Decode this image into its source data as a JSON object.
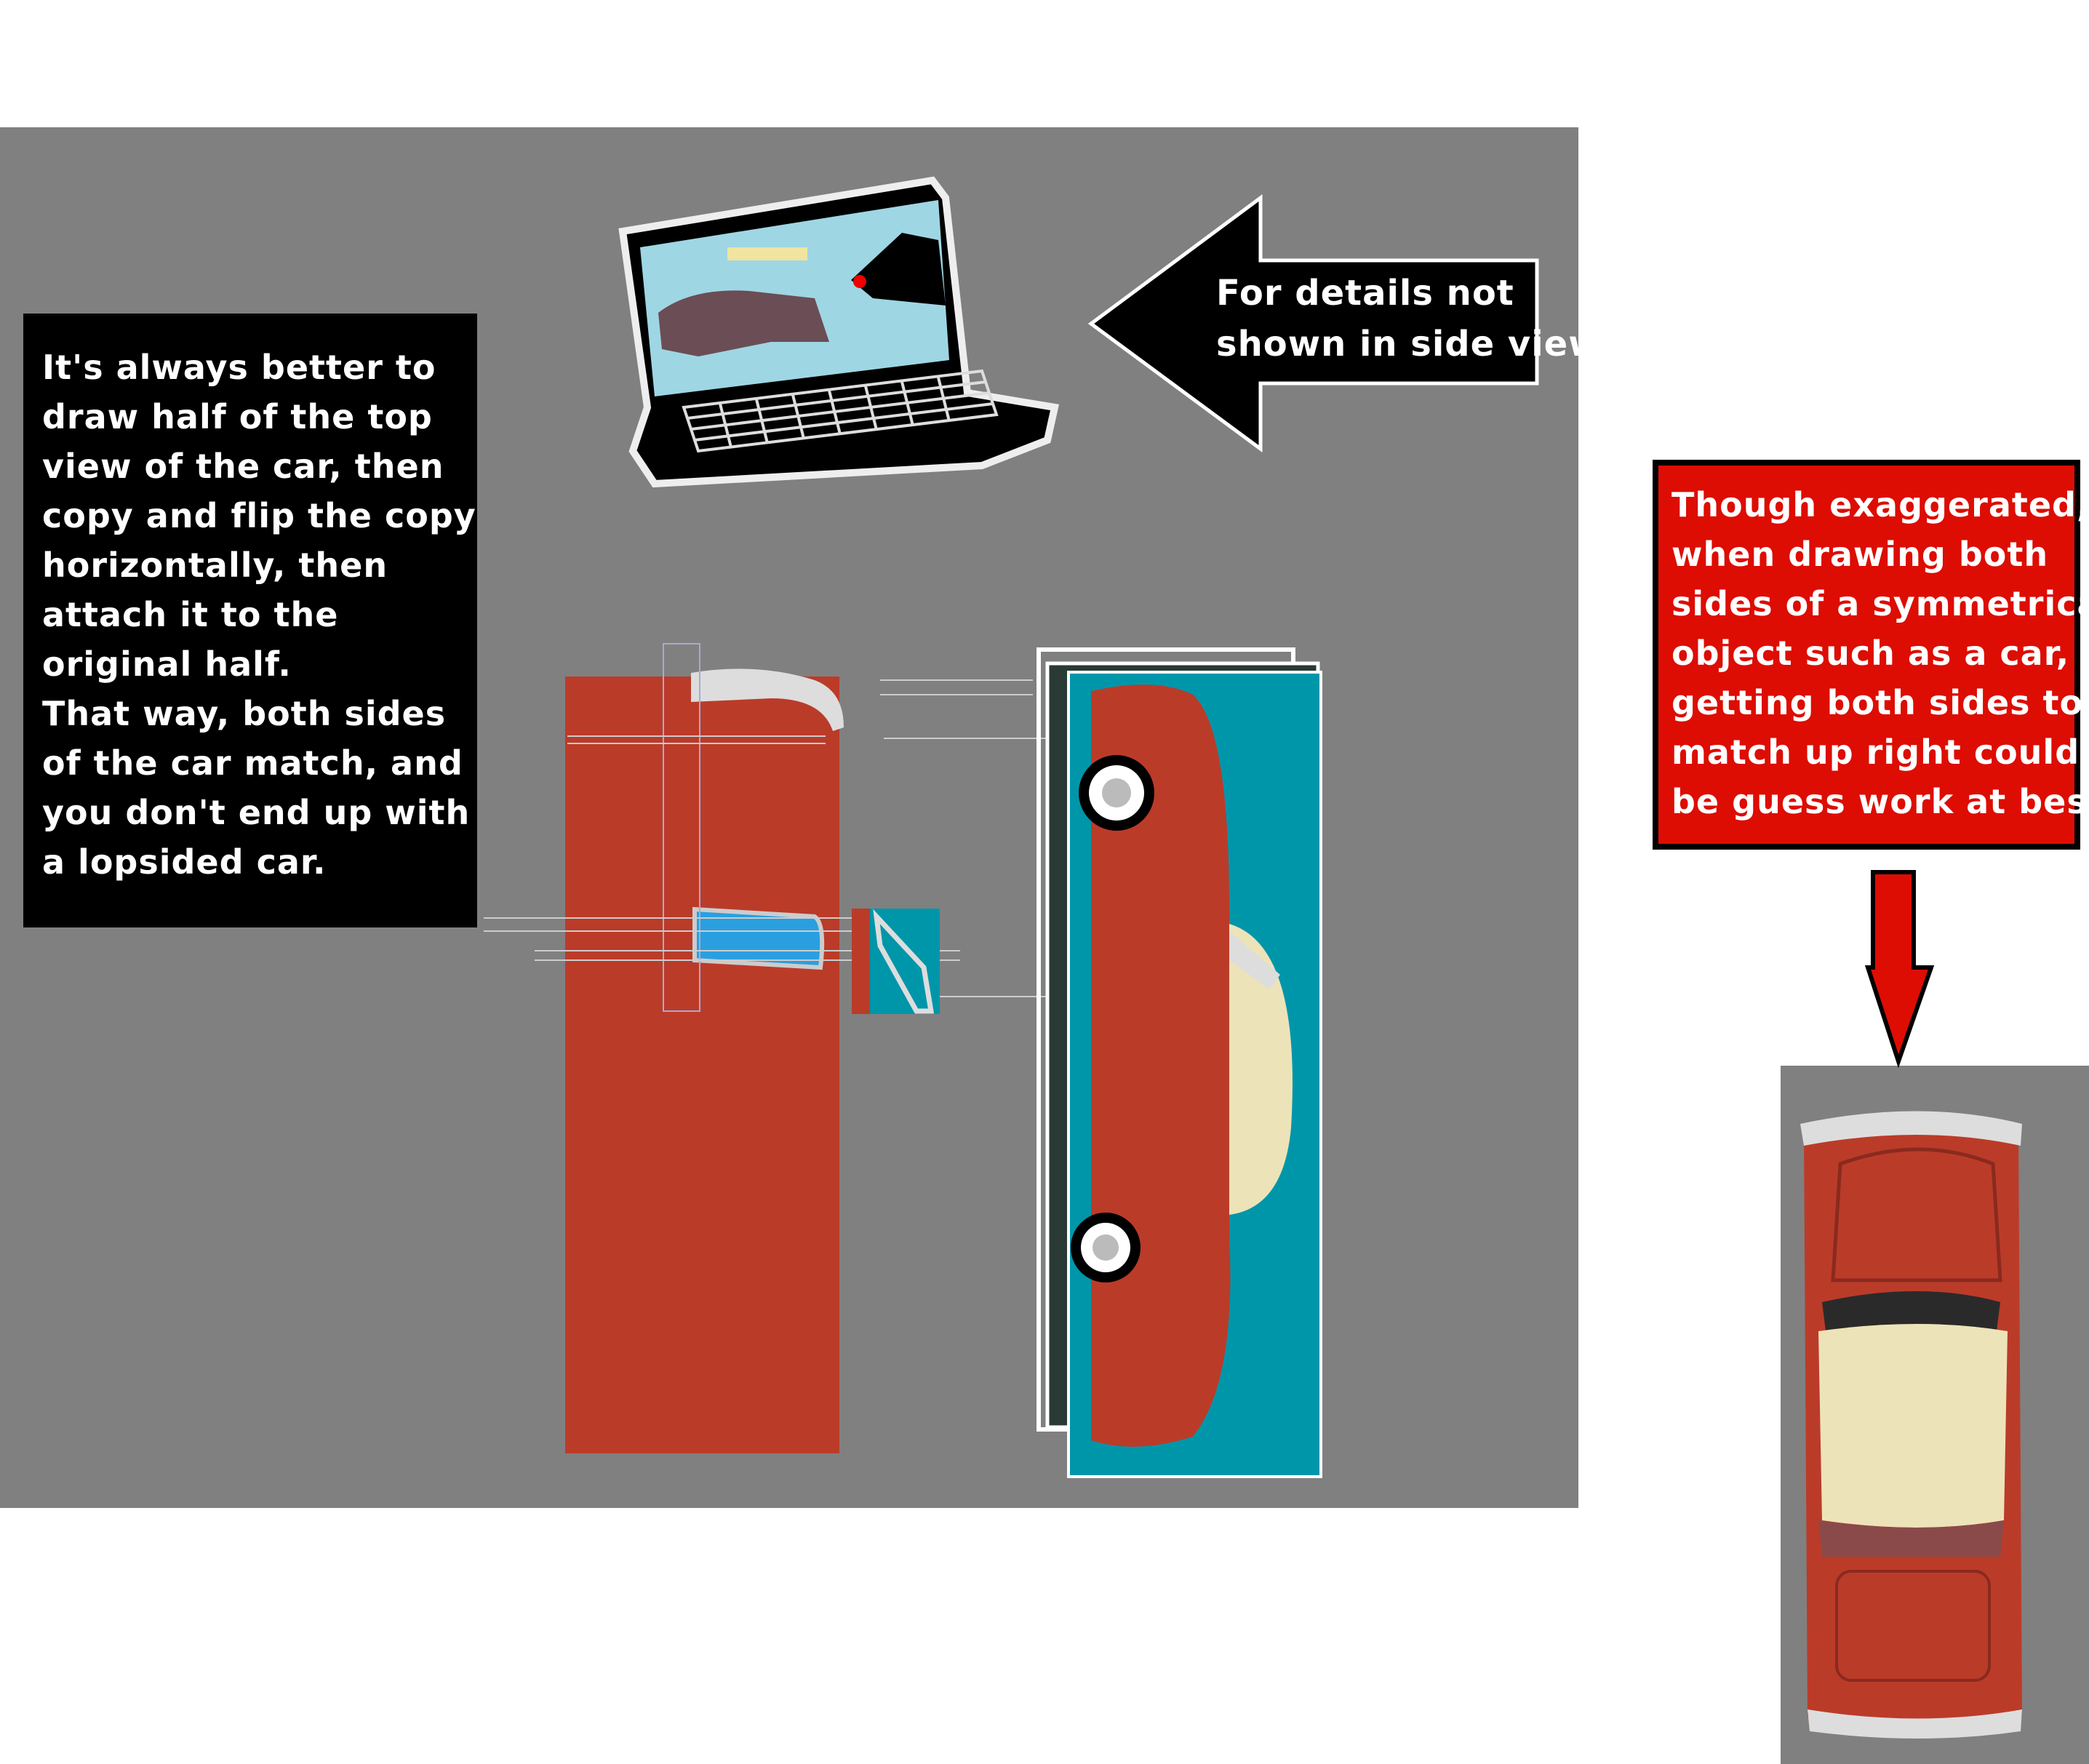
{
  "left_note": {
    "lines": [
      "It's always better to",
      "draw half of the top",
      "view of the car, then",
      "copy and flip the copy",
      "horizontally, then",
      "attach it to the",
      "original half.",
      "That way, both sides",
      "of the car match, and",
      "you don't end up with",
      "a lopsided car."
    ]
  },
  "arrow_note": {
    "lines": [
      "For details not",
      "shown in side view."
    ]
  },
  "right_note": {
    "lines": [
      "Though exaggerated,",
      "when drawing both",
      "sides of a symmetrical",
      "object such as a car,",
      "getting both sides to",
      "match up right could",
      "be guess work at best."
    ]
  },
  "colors": {
    "canvas": "#808080",
    "note_black": "#000000",
    "note_red": "#dd0d03",
    "car_red": "#bb3b29",
    "teal": "#0096aa",
    "windshield_blue": "#2a9fe0",
    "cream": "#ede3b9"
  }
}
